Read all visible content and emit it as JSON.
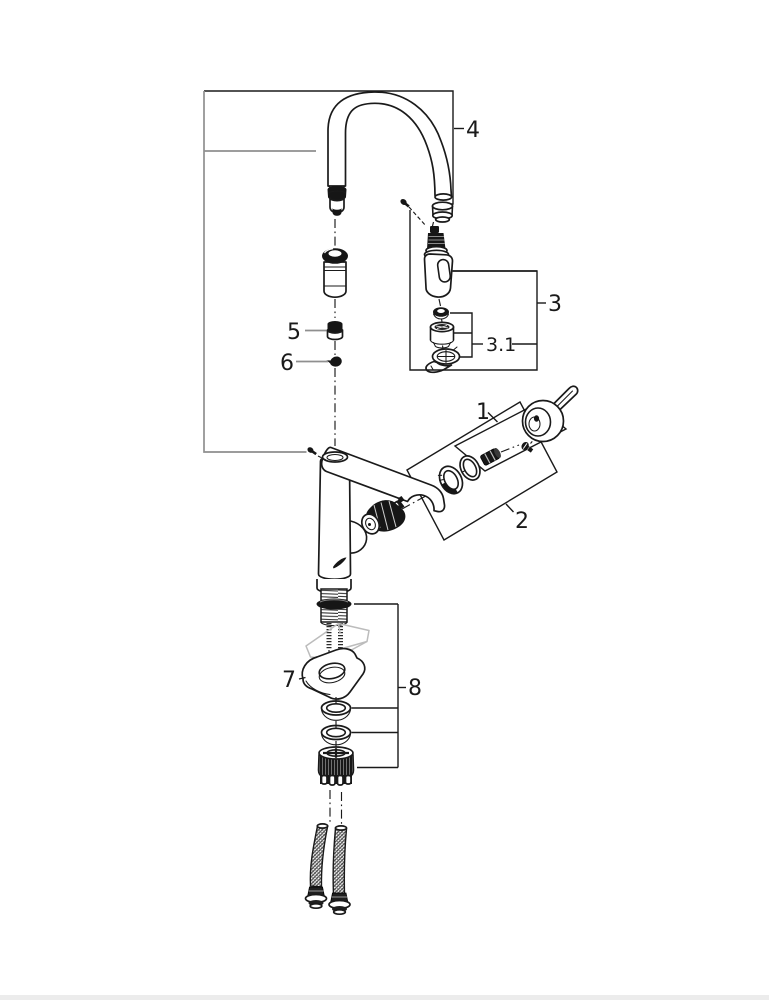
{
  "diagram": {
    "style": "technical-exploded-parts-line-drawing",
    "subject": "single-lever kitchen faucet with pull-out spray"
  },
  "callouts": {
    "c1": "1",
    "c2": "2",
    "c3": "3",
    "c3_1": "3.1",
    "c4": "4",
    "c5": "5",
    "c6": "6",
    "c7": "7",
    "c8": "8"
  },
  "colors": {
    "line": "#1a1a1a",
    "leader_gray": "#8f8f8f",
    "ghost_gray": "#bcbcbc",
    "background": "#ffffff",
    "footer_bar": "#ececec"
  }
}
